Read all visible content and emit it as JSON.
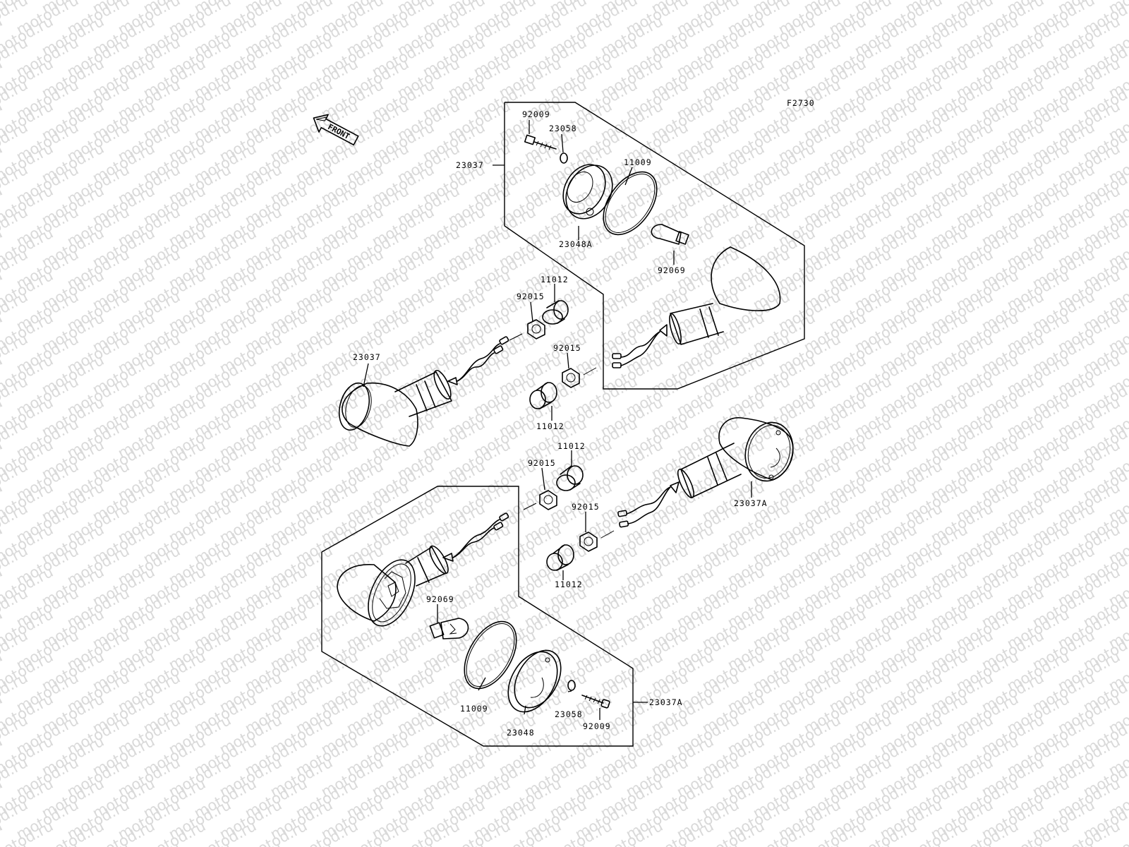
{
  "diagram": {
    "code": "F2730",
    "front_label": "FRONT",
    "watermark": "motod.ru",
    "labels": {
      "upper_bolt": "92009",
      "upper_washer": "23058",
      "upper_assy": "23037",
      "upper_oring": "11009",
      "upper_lens": "23048A",
      "upper_bulb": "92069",
      "left_damper_top": "11012",
      "left_nut_top": "92015",
      "left_assy": "23037",
      "right_nut_top": "92015",
      "left_damper_bottom": "11012",
      "mid_damper_top": "11012",
      "mid_nut_top": "92015",
      "right_assy": "23037A",
      "mid_nut_bottom": "92015",
      "mid_damper_bottom": "11012",
      "lower_bulb": "92069",
      "lower_oring": "11009",
      "lower_lens": "23048",
      "lower_washer": "23058",
      "lower_bolt": "92009",
      "lower_assy": "23037A"
    }
  }
}
